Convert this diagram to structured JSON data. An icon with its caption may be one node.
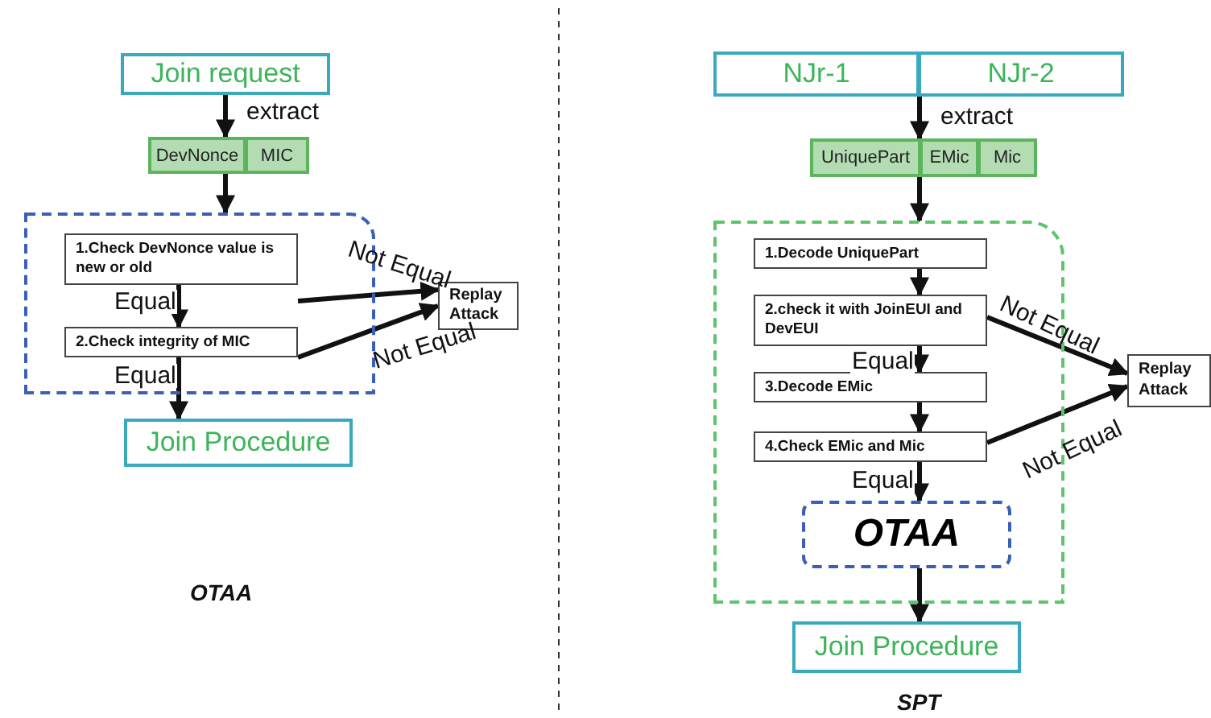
{
  "diagram": {
    "nodes": [
      {
        "text": [
          "Join request"
        ]
      },
      {
        "text": [
          "DevNonce"
        ]
      },
      {
        "text": [
          "MIC"
        ]
      },
      {
        "text": [],
        "shape": "box"
      },
      {
        "text": [
          "1.Check DevNonce value is new or old"
        ],
        "in": 3
      },
      {
        "text": [
          "2.Check integrity of MIC"
        ],
        "in": 3
      },
      {
        "text": [
          "Replay Attack"
        ]
      },
      {
        "text": [
          "Join Procedure"
        ]
      },
      {
        "text": [
          "NJr-1"
        ]
      },
      {
        "text": [
          "NJr-2"
        ]
      },
      {
        "text": [
          "UniquePart"
        ]
      },
      {
        "text": [
          "EMic"
        ]
      },
      {
        "text": [
          "Mic"
        ]
      },
      {
        "text": [],
        "shape": "box"
      },
      {
        "text": [
          "1.Decode UniquePart"
        ],
        "in": 13
      },
      {
        "text": [
          "2.check it with JoinEUI and DevEUI"
        ],
        "in": 13
      },
      {
        "text": [
          "3.Decode EMic"
        ],
        "in": 13
      },
      {
        "text": [
          "4.Check EMic and Mic"
        ],
        "in": 13
      },
      {
        "text": [
          "OTAA"
        ],
        "in": 13
      },
      {
        "text": [
          "Replay Attack"
        ]
      },
      {
        "text": [
          "Join Procedure"
        ]
      }
    ],
    "edges": [
      {
        "from": 0,
        "to": 1,
        "arrow": "to",
        "label": "extract"
      },
      {
        "from": 1,
        "to": 3,
        "arrow": "to"
      },
      {
        "from": 4,
        "to": 5,
        "arrow": "to",
        "label": "Equal"
      },
      {
        "from": 4,
        "to": 6,
        "arrow": "to",
        "label": "Not Equal"
      },
      {
        "from": 5,
        "to": 6,
        "arrow": "to",
        "label": "Not Equal"
      },
      {
        "from": 5,
        "to": 7,
        "arrow": "to",
        "label": "Equal"
      },
      {
        "from": 8,
        "to": 10,
        "arrow": "to",
        "label": "extract"
      },
      {
        "from": 10,
        "to": 13,
        "arrow": "to"
      },
      {
        "from": 14,
        "to": 15,
        "arrow": "to"
      },
      {
        "from": 15,
        "to": 16,
        "arrow": "to",
        "label": "Equal"
      },
      {
        "from": 15,
        "to": 19,
        "arrow": "to",
        "label": "Not Equal"
      },
      {
        "from": 16,
        "to": 17,
        "arrow": "to"
      },
      {
        "from": 17,
        "to": 19,
        "arrow": "to",
        "label": "Not Equal"
      },
      {
        "from": 17,
        "to": 18,
        "arrow": "to",
        "label": "Equal"
      },
      {
        "from": 18,
        "to": 20,
        "arrow": "to"
      }
    ],
    "labels": [
      "OTAA",
      "SPT"
    ]
  }
}
